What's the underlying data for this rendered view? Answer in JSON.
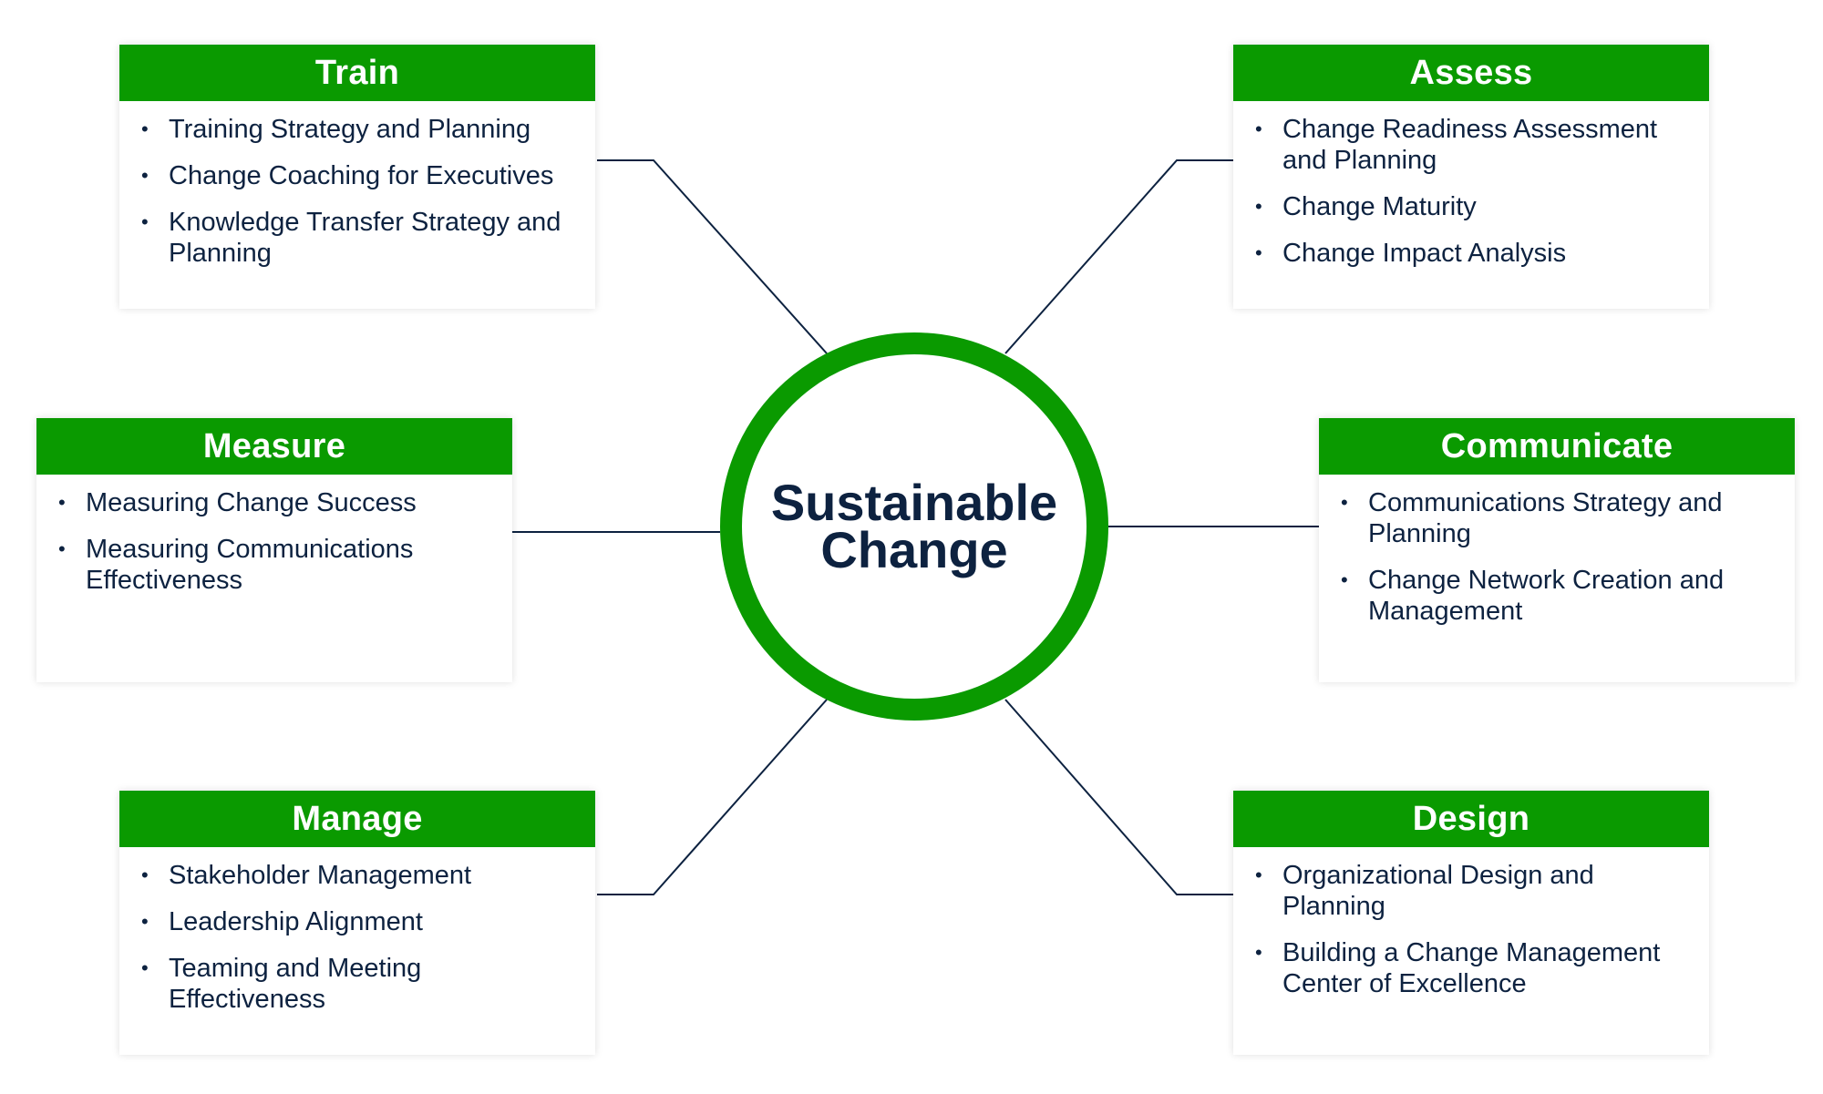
{
  "colors": {
    "accent": "#0a9a00",
    "text": "#0d2240",
    "connector": "#0d2240",
    "card_bg": "#ffffff"
  },
  "hub": {
    "title": "Sustainable Change"
  },
  "cards": {
    "train": {
      "title": "Train",
      "items": [
        "Training Strategy and Planning",
        "Change Coaching for Executives",
        "Knowledge Transfer Strategy and Planning"
      ]
    },
    "assess": {
      "title": "Assess",
      "items": [
        "Change Readiness Assessment and Planning",
        "Change Maturity",
        "Change Impact Analysis"
      ]
    },
    "measure": {
      "title": "Measure",
      "items": [
        "Measuring Change Success",
        "Measuring Communications Effectiveness"
      ]
    },
    "communicate": {
      "title": "Communicate",
      "items": [
        "Communications Strategy and Planning",
        "Change Network Creation and Management"
      ]
    },
    "manage": {
      "title": "Manage",
      "items": [
        "Stakeholder Management",
        "Leadership Alignment",
        "Teaming and Meeting Effectiveness"
      ]
    },
    "design": {
      "title": "Design",
      "items": [
        "Organizational Design and Planning",
        "Building a Change Management Center of Excellence"
      ]
    }
  }
}
